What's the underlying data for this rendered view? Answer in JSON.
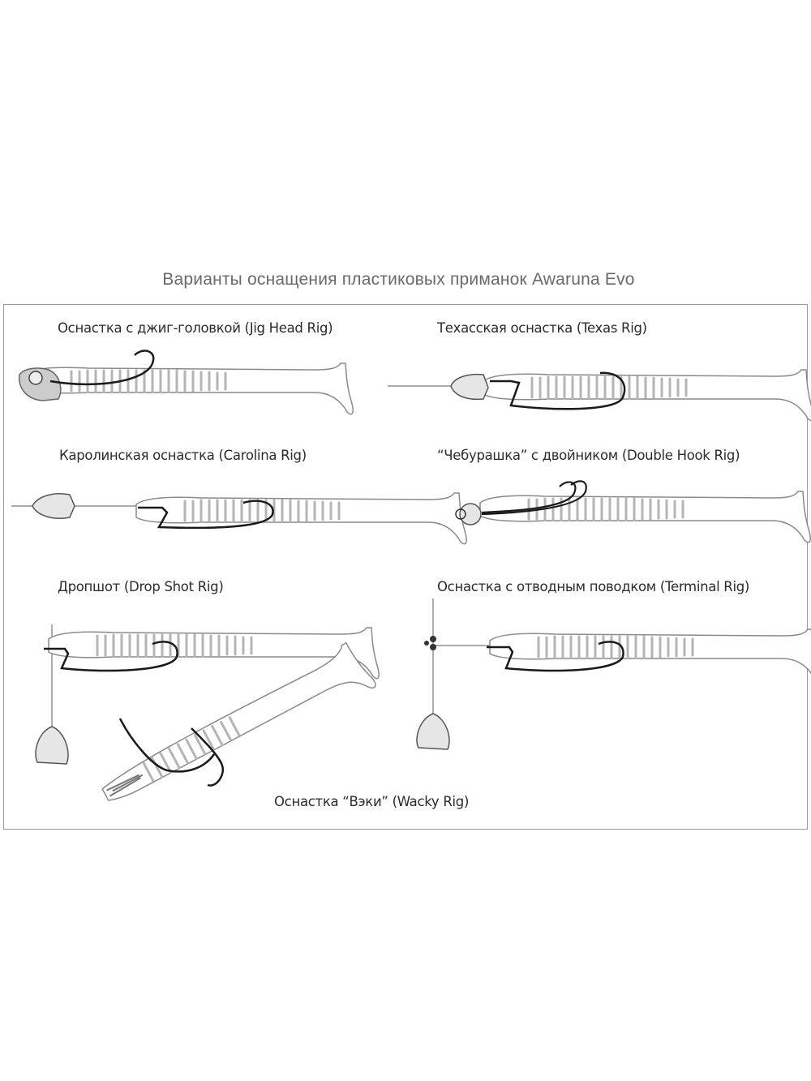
{
  "title": "Варианты оснащения пластиковых приманок Awaruna Evo",
  "rigs": [
    {
      "label": "Оснастка с джиг-головкой (Jig Head Rig)"
    },
    {
      "label": "Техасская оснастка (Texas Rig)"
    },
    {
      "label": "Каролинская оснастка (Carolina Rig)"
    },
    {
      "label": "“Чебурашка” с двойником (Double Hook Rig)"
    },
    {
      "label": "Дропшот (Drop Shot Rig)"
    },
    {
      "label": "Оснастка с отводным поводком (Terminal Rig)"
    },
    {
      "label": "Оснастка “Вэки” (Wacky Rig)"
    }
  ],
  "colors": {
    "line": "#555555",
    "hook": "#1a1a1a",
    "lure": "#888888",
    "weight": "#dddddd"
  }
}
